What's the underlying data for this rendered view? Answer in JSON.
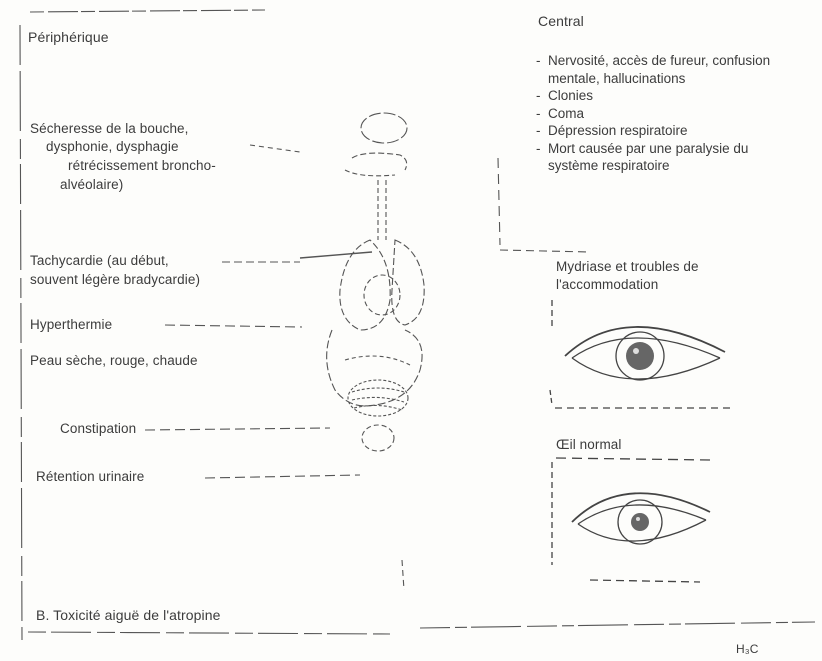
{
  "peripheral": {
    "title": "Périphérique",
    "labels": [
      "Sécheresse de la bouche,",
      "dysphonie, dysphagie",
      "rétrécissement broncho-",
      "alvéolaire)",
      "Tachycardie (au début,",
      "souvent légère bradycardie)",
      "Hyperthermie",
      "Peau sèche, rouge, chaude",
      "Constipation",
      "Rétention urinaire"
    ]
  },
  "central": {
    "title": "Central",
    "items": [
      "Nervosité, accès de fureur, confusion mentale, hallucinations",
      "Clonies",
      "Coma",
      "Dépression respiratoire",
      "Mort causée par une paralysie du système respiratoire"
    ]
  },
  "eyes": {
    "mydriasis_label": "Mydriase et troubles de l'accommodation",
    "normal_label": "Œil normal"
  },
  "caption": "B. Toxicité aiguë de l'atropine",
  "formula_fragment": "H₃C"
}
